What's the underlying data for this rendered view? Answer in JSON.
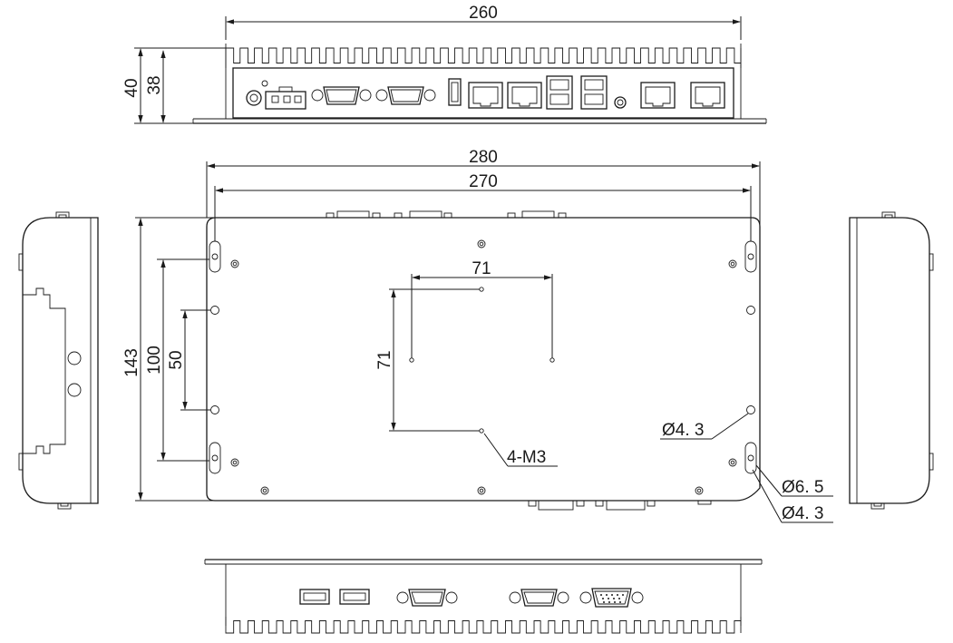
{
  "dimensions": {
    "top_width": "260",
    "overall_width": "280",
    "inner_width": "270",
    "vesa_horizontal": "71",
    "vesa_vertical": "71",
    "overall_height": "143",
    "slot_spacing": "100",
    "hole_spacing": "50",
    "front_height": "40",
    "front_inner_height": "38",
    "screw_callout": "4-M3",
    "hole_callout_right": "Ø4. 3",
    "slot_callout_outer": "Ø6. 5",
    "slot_callout_inner": "Ø4. 3"
  },
  "colors": {
    "line": "#1a1a1a",
    "background": "#ffffff"
  }
}
